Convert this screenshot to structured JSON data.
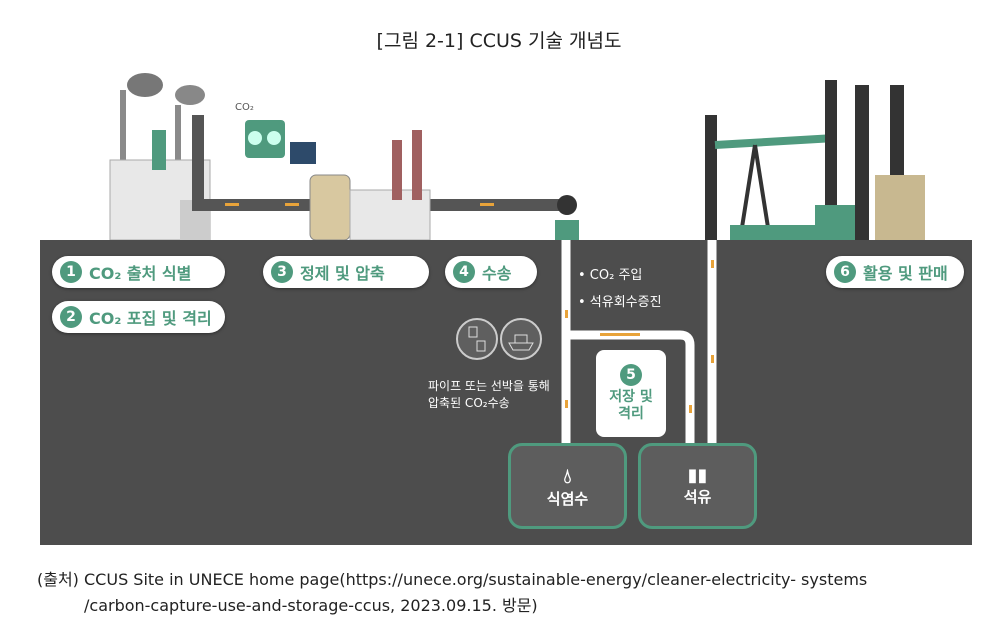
{
  "title": "[그림 2-1] CCUS 기술 개념도",
  "illustration": {
    "co2_bubble": "CO₂"
  },
  "steps": [
    {
      "num": "1",
      "label": "CO₂ 출처 식별"
    },
    {
      "num": "2",
      "label": "CO₂ 포집 및 격리"
    },
    {
      "num": "3",
      "label": "정제 및 압축"
    },
    {
      "num": "4",
      "label": "수송"
    },
    {
      "num": "5",
      "label_line1": "저장 및",
      "label_line2": "격리"
    },
    {
      "num": "6",
      "label": "활용 및 판매"
    }
  ],
  "transport_note": {
    "line1": "파이프 또는 선박을 통해",
    "line2": "압축된 CO₂수송"
  },
  "injection_bullets": [
    "• CO₂ 주입",
    "• 석유회수증진"
  ],
  "storage": [
    {
      "label": "식염수",
      "icon": "water-drop-icon"
    },
    {
      "label": "석유",
      "icon": "oil-bottles-icon"
    }
  ],
  "caption": {
    "line1": "(출처) CCUS Site in UNECE home page(https://unece.org/sustainable-energy/cleaner-electricity- systems",
    "line2": "/carbon-capture-use-and-storage-ccus, 2023.09.15. 방문)"
  },
  "colors": {
    "green": "#4f9a7e",
    "panel": "#4d4d4d",
    "pipe_arrow": "#e8a33a"
  }
}
